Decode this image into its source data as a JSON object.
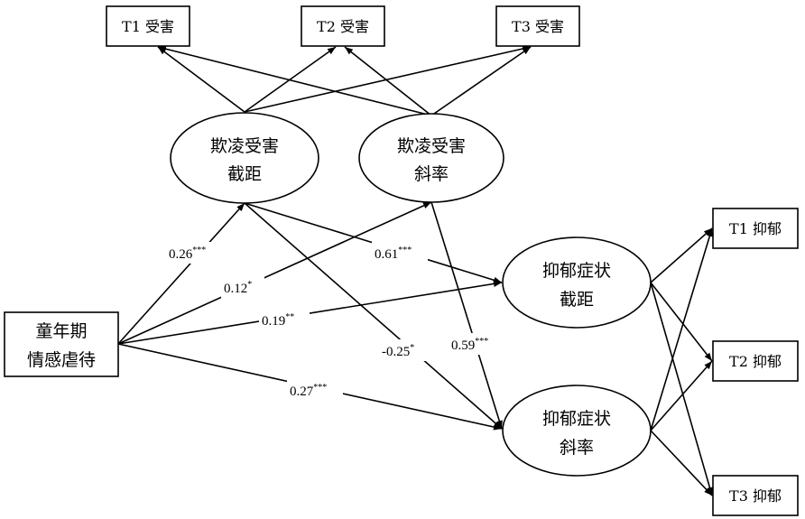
{
  "boxes": {
    "t1_victim": "T1 受害",
    "t2_victim": "T2 受害",
    "t3_victim": "T3 受害",
    "t1_dep": "T1 抑郁",
    "t2_dep": "T2 抑郁",
    "t3_dep": "T3 抑郁",
    "abuse_line1": "童年期",
    "abuse_line2": "情感虐待"
  },
  "ellipses": {
    "bully_intercept_l1": "欺凌受害",
    "bully_intercept_l2": "截距",
    "bully_slope_l1": "欺凌受害",
    "bully_slope_l2": "斜率",
    "dep_intercept_l1": "抑郁症状",
    "dep_intercept_l2": "截距",
    "dep_slope_l1": "抑郁症状",
    "dep_slope_l2": "斜率"
  },
  "paths": {
    "abuse_to_bully_intercept": {
      "value": "0.26",
      "sig": "***"
    },
    "abuse_to_bully_slope": {
      "value": "0.12",
      "sig": "*"
    },
    "abuse_to_dep_intercept": {
      "value": "0.19",
      "sig": "**"
    },
    "abuse_to_dep_slope": {
      "value": "0.27",
      "sig": "***"
    },
    "bully_intercept_to_dep_intercept": {
      "value": "0.61",
      "sig": "***"
    },
    "bully_intercept_to_dep_slope": {
      "value": "-0.25",
      "sig": "*"
    },
    "bully_slope_to_dep_slope": {
      "value": "0.59",
      "sig": "***"
    }
  },
  "colors": {
    "stroke": "#000000",
    "background": "#ffffff"
  }
}
